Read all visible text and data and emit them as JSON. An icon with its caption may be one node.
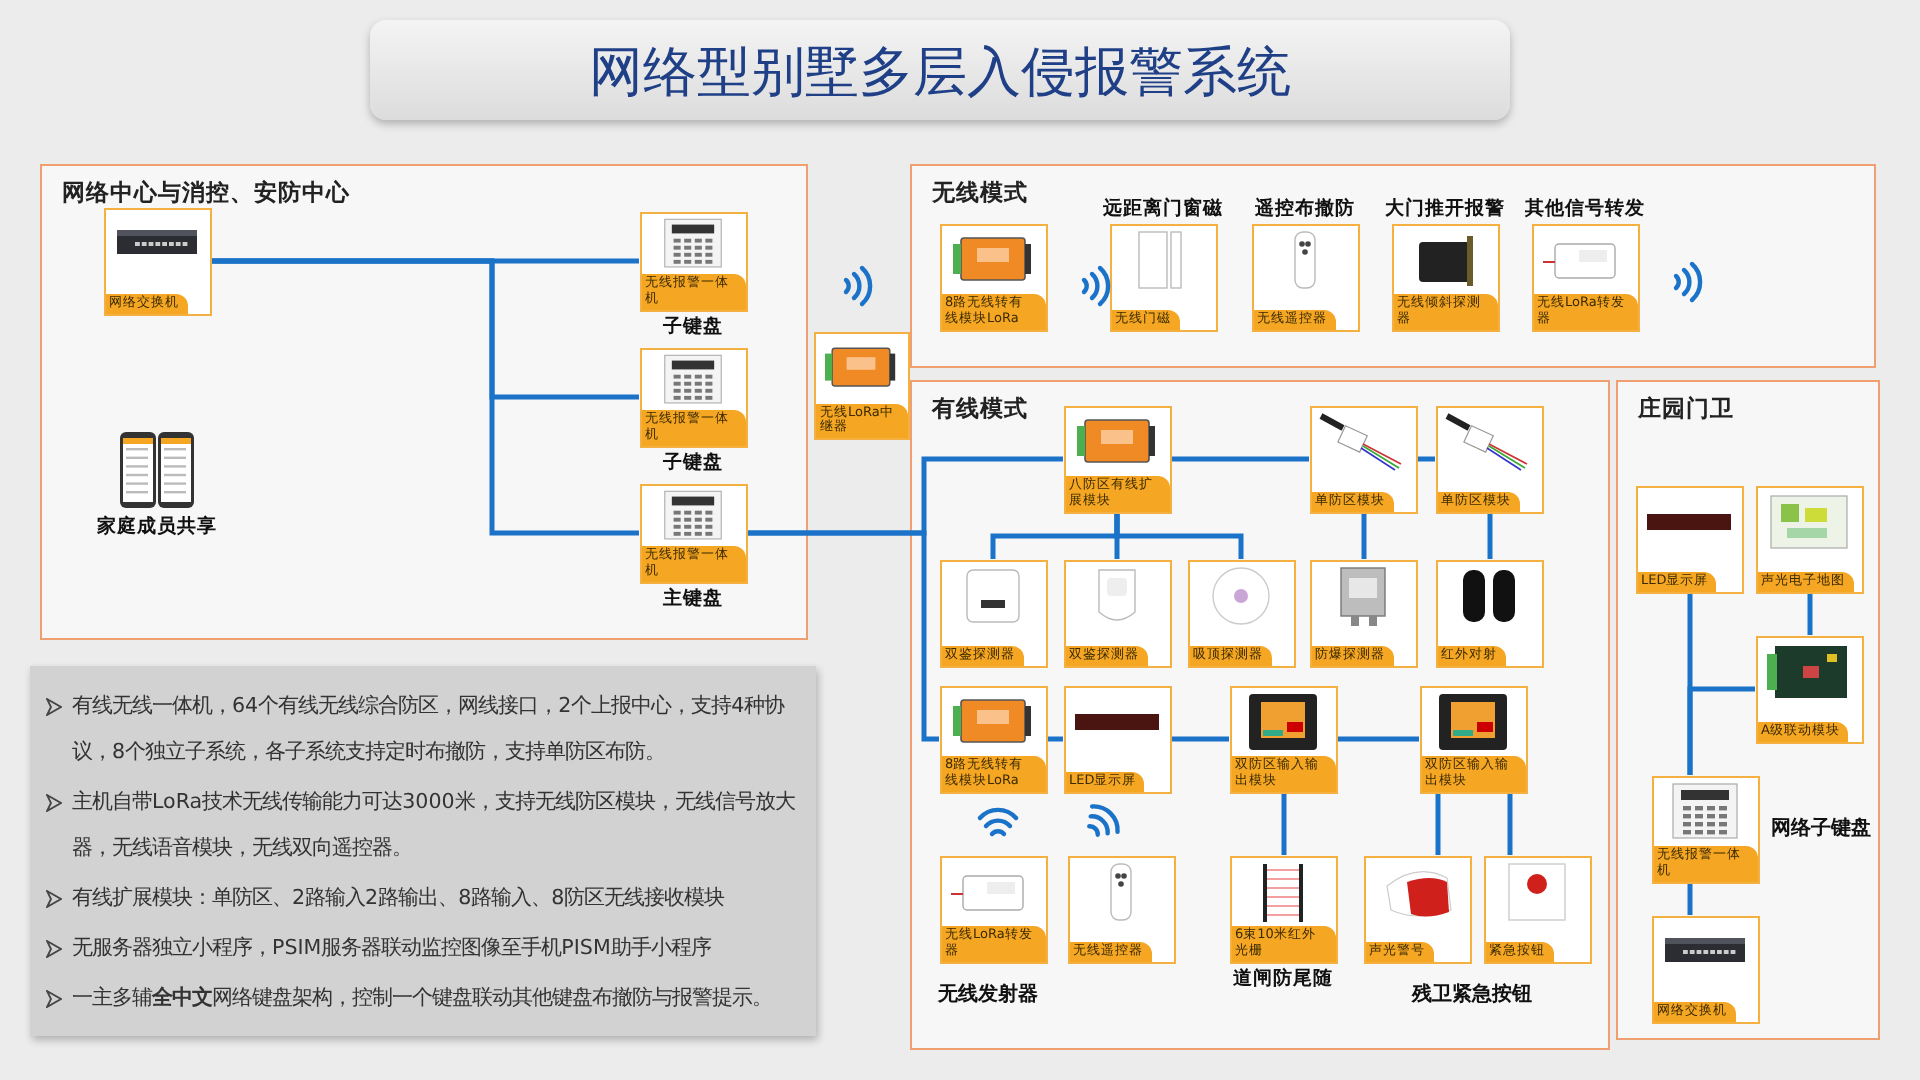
{
  "diagram": {
    "title": "网络型别墅多层入侵报警系统",
    "nodes": [
      {
        "text": [
          "网络中心与消控、安防中心"
        ]
      },
      {
        "text": [
          "网络交换机"
        ],
        "in": 0
      },
      {
        "text": [
          "无线报警一体机",
          "子键盘"
        ],
        "in": 0
      },
      {
        "text": [
          "无线报警一体机",
          "子键盘"
        ],
        "in": 0
      },
      {
        "text": [
          "无线报警一体机",
          "主键盘"
        ],
        "in": 0
      },
      {
        "text": [
          "家庭成员共享"
        ],
        "in": 0
      },
      {
        "text": [
          "无线LoRa中继器"
        ]
      },
      {
        "text": [
          "无线模式"
        ]
      },
      {
        "text": [
          "8路无线转有线模块LoRa"
        ],
        "in": 7
      },
      {
        "text": [
          "远距离门窗磁",
          "无线门磁"
        ],
        "in": 7
      },
      {
        "text": [
          "遥控布撤防",
          "无线遥控器"
        ],
        "in": 7
      },
      {
        "text": [
          "大门推开报警",
          "无线倾斜探测器"
        ],
        "in": 7
      },
      {
        "text": [
          "其他信号转发",
          "无线LoRa转发器"
        ],
        "in": 7
      },
      {
        "text": [
          "有线模式"
        ]
      },
      {
        "text": [
          "八防区有线扩展模块"
        ],
        "in": 13
      },
      {
        "text": [
          "单防区模块"
        ],
        "in": 13
      },
      {
        "text": [
          "单防区模块"
        ],
        "in": 13
      },
      {
        "text": [
          "双鉴探测器"
        ],
        "in": 13
      },
      {
        "text": [
          "双鉴探测器"
        ],
        "in": 13
      },
      {
        "text": [
          "吸顶探测器"
        ],
        "in": 13
      },
      {
        "text": [
          "防爆探测器"
        ],
        "in": 13
      },
      {
        "text": [
          "红外对射"
        ],
        "in": 13
      },
      {
        "text": [
          "8路无线转有线模块LoRa"
        ],
        "in": 13
      },
      {
        "text": [
          "LED显示屏"
        ],
        "in": 13
      },
      {
        "text": [
          "双防区输入输出模块"
        ],
        "in": 13
      },
      {
        "text": [
          "双防区输入输出模块"
        ],
        "in": 13
      },
      {
        "text": [
          "无线LoRa转发器"
        ],
        "in": 13
      },
      {
        "text": [
          "无线遥控器"
        ],
        "in": 13
      },
      {
        "text": [
          "6束10米红外光栅",
          "道闸防尾随"
        ],
        "in": 13
      },
      {
        "text": [
          "声光警号"
        ],
        "in": 13
      },
      {
        "text": [
          "紧急按钮"
        ],
        "in": 13
      },
      {
        "text": [
          "庄园门卫"
        ]
      },
      {
        "text": [
          "LED显示屏"
        ],
        "in": 31
      },
      {
        "text": [
          "声光电子地图"
        ],
        "in": 31
      },
      {
        "text": [
          "A级联动模块"
        ],
        "in": 31
      },
      {
        "text": [
          "无线报警一体机"
        ],
        "beside": [
          "网络子键盘"
        ],
        "in": 31
      },
      {
        "text": [
          "网络交换机"
        ],
        "in": 31
      }
    ],
    "edges": [
      {
        "from": 1,
        "to": 2,
        "arrow": "none"
      },
      {
        "from": 1,
        "to": 3,
        "arrow": "none"
      },
      {
        "from": 1,
        "to": 4,
        "arrow": "none"
      },
      {
        "from": 4,
        "to": 14,
        "arrow": "none"
      },
      {
        "from": 4,
        "to": 22,
        "arrow": "none"
      },
      {
        "from": 14,
        "to": 15,
        "arrow": "none"
      },
      {
        "from": 15,
        "to": 16,
        "arrow": "none"
      },
      {
        "from": 14,
        "to": 17,
        "arrow": "none"
      },
      {
        "from": 14,
        "to": 18,
        "arrow": "none"
      },
      {
        "from": 14,
        "to": 19,
        "arrow": "none"
      },
      {
        "from": 15,
        "to": 20,
        "arrow": "none"
      },
      {
        "from": 16,
        "to": 21,
        "arrow": "none"
      },
      {
        "from": 22,
        "to": 23,
        "arrow": "none"
      },
      {
        "from": 23,
        "to": 24,
        "arrow": "none"
      },
      {
        "from": 24,
        "to": 25,
        "arrow": "none"
      },
      {
        "from": 24,
        "to": 28,
        "arrow": "none"
      },
      {
        "from": 25,
        "to": 29,
        "arrow": "none"
      },
      {
        "from": 25,
        "to": 30,
        "arrow": "none"
      },
      {
        "from": 32,
        "to": 35,
        "arrow": "none"
      },
      {
        "from": 34,
        "to": 35,
        "arrow": "none"
      },
      {
        "from": 33,
        "to": 34,
        "arrow": "none"
      },
      {
        "from": 35,
        "to": 36,
        "arrow": "none"
      }
    ],
    "labels": [
      "无线发射器",
      "残卫紧急按钮",
      "有线无线一体机，64个有线无线综合防区，网线接口，2个上报中心，支持4种协议，8个独立子系统，各子系统支持定时布撤防，支持单防区布防。",
      "主机自带LoRa技术无线传输能力可达3000米，支持无线防区模块，无线信号放大器，无线语音模块，无线双向遥控器。",
      "有线扩展模块：单防区、2路输入2路输出、8路输入、8防区无线接收模块",
      "无服务器独立小程序，PSIM服务器联动监控图像至手机PISM助手小程序",
      "一主多辅**全中文**网络键盘架构，控制一个键盘联动其他键盘布撤防与报警提示。"
    ]
  }
}
